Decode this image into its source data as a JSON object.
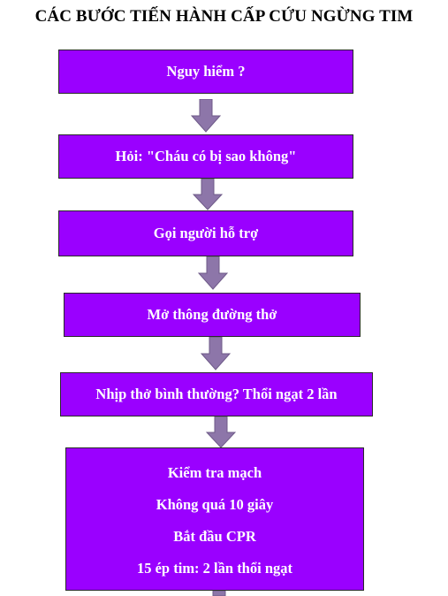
{
  "title": "CÁC BƯỚC TIẾN HÀNH CẤP CỨU NGỪNG TIM",
  "steps": [
    {
      "label": "Nguy hiểm ?"
    },
    {
      "label": "Hỏi: \"Cháu có bị sao không\""
    },
    {
      "label": "Gọi người hỗ trợ"
    },
    {
      "label": "Mở thông đường thở"
    },
    {
      "label": "Nhịp thở bình thường? Thổi ngạt 2 lần"
    },
    {
      "lines": [
        "Kiểm tra mạch",
        "Không quá 10 giây",
        "Bắt đầu CPR",
        "15 ép tim: 2 lần thổi ngạt"
      ]
    }
  ],
  "colors": {
    "box_fill": "#9a00ff",
    "box_border": "#2a2a2a",
    "arrow_fill": "#8d76a9",
    "text": "#ffffff"
  }
}
